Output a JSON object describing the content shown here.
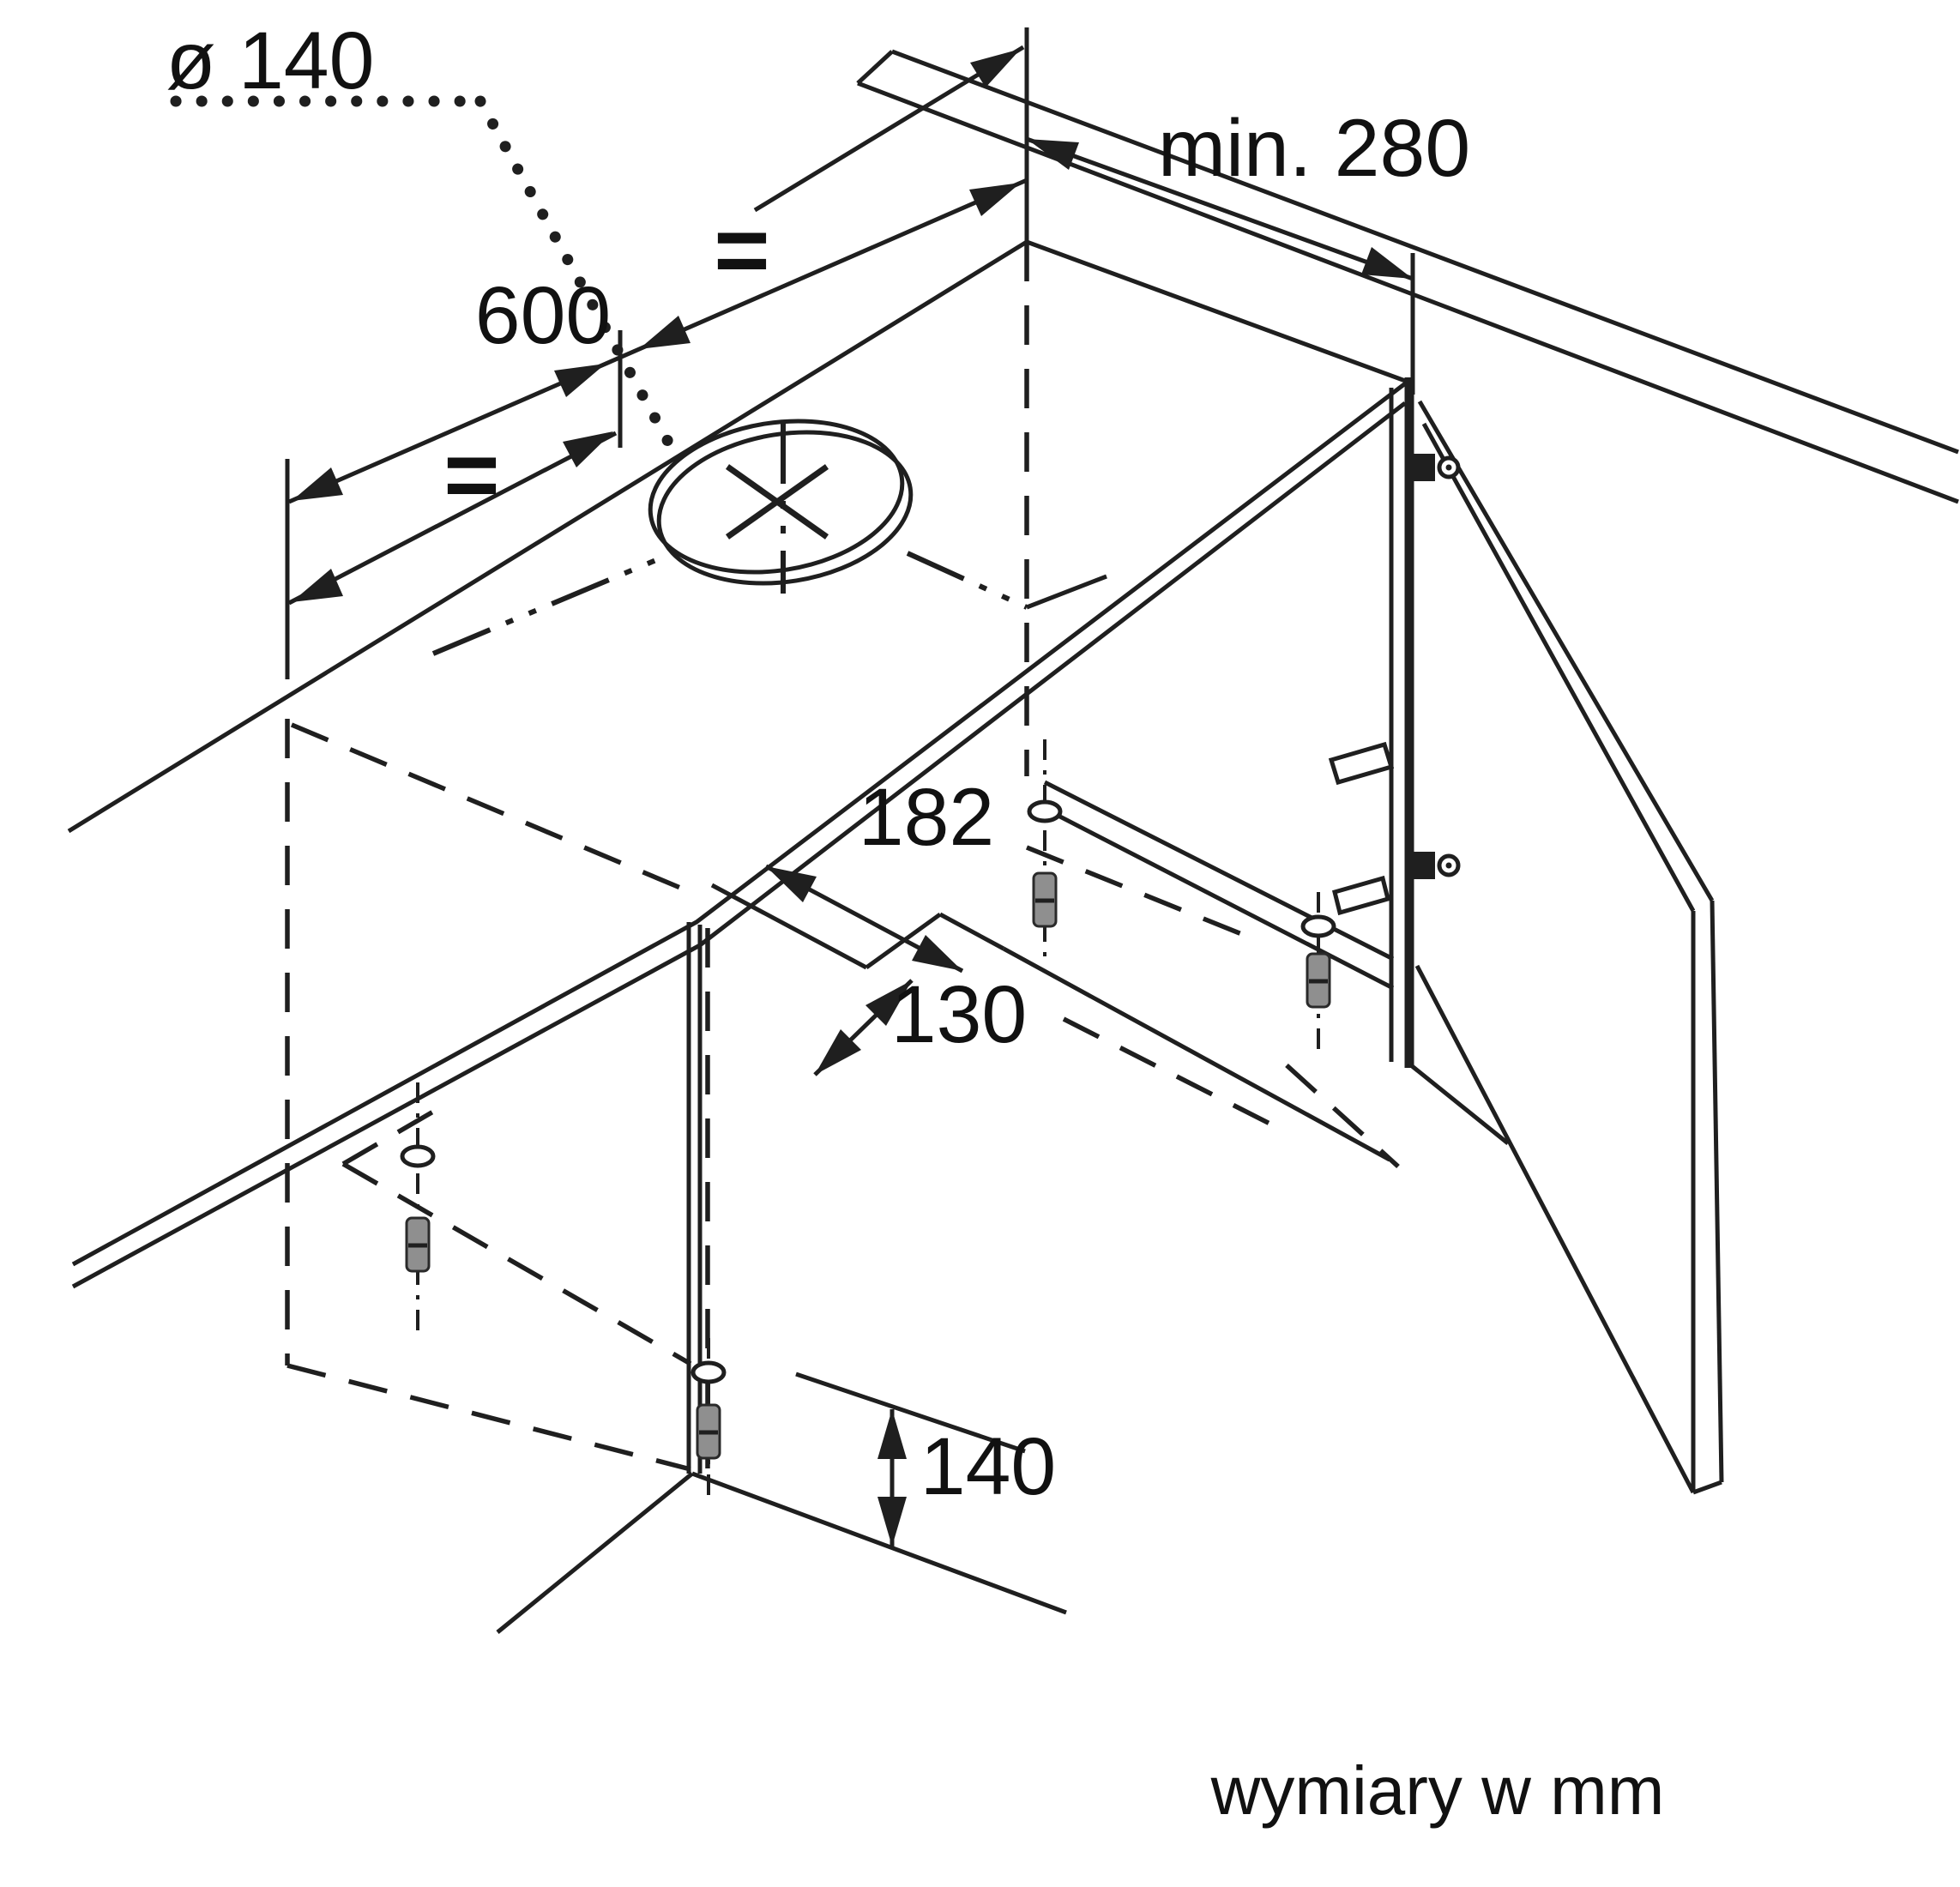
{
  "diagram": {
    "caption": "wymiary w mm",
    "dimensions": {
      "hole_diameter": "ø 140",
      "cabinet_width": "600",
      "min_depth": "min. 280",
      "cutout_length": "182",
      "cutout_width": "130",
      "front_height": "140"
    },
    "equal_marks": {
      "left": "=",
      "right": "="
    },
    "colors": {
      "line": "#1f1f1f",
      "screw_fill": "#8f8f8f",
      "background": "#ffffff"
    }
  }
}
